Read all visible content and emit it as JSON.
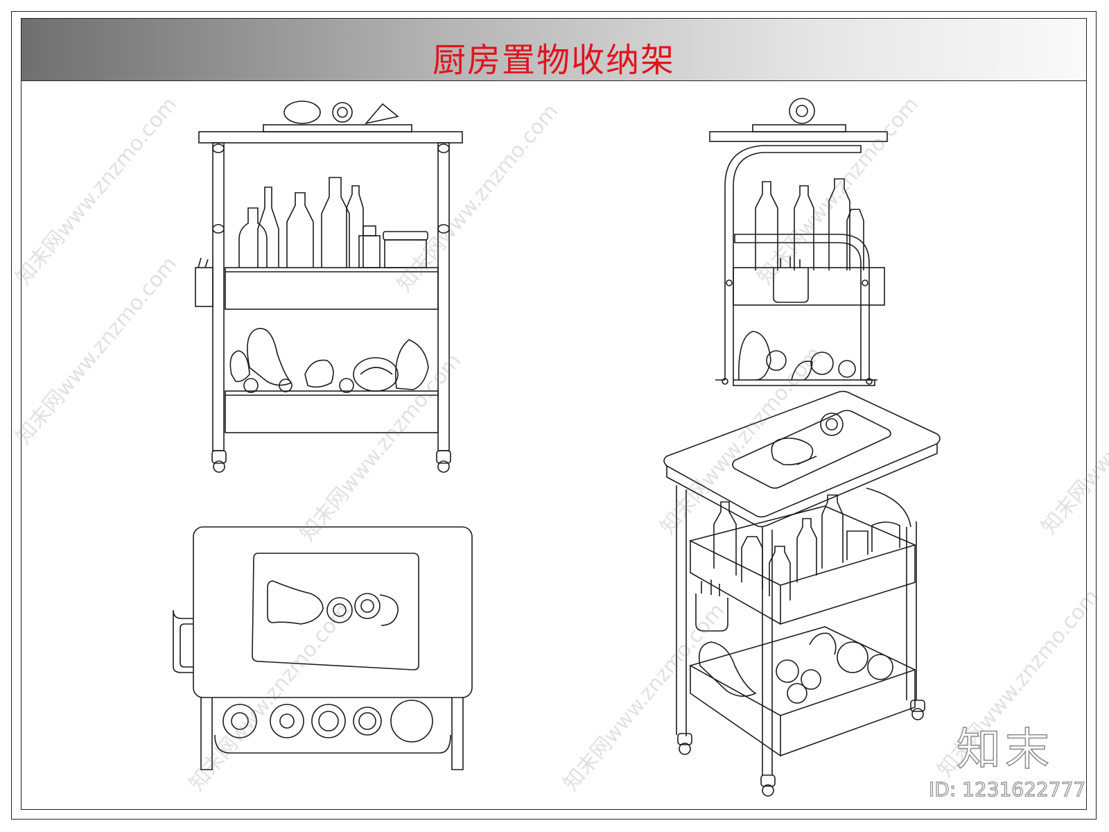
{
  "title": "厨房置物收纳架",
  "watermark": "知末网www.znzmo.com",
  "brand": "知末",
  "id_text": "ID: 1231622777",
  "colors": {
    "title": "#e0141e",
    "line": "#1a1a1a"
  }
}
